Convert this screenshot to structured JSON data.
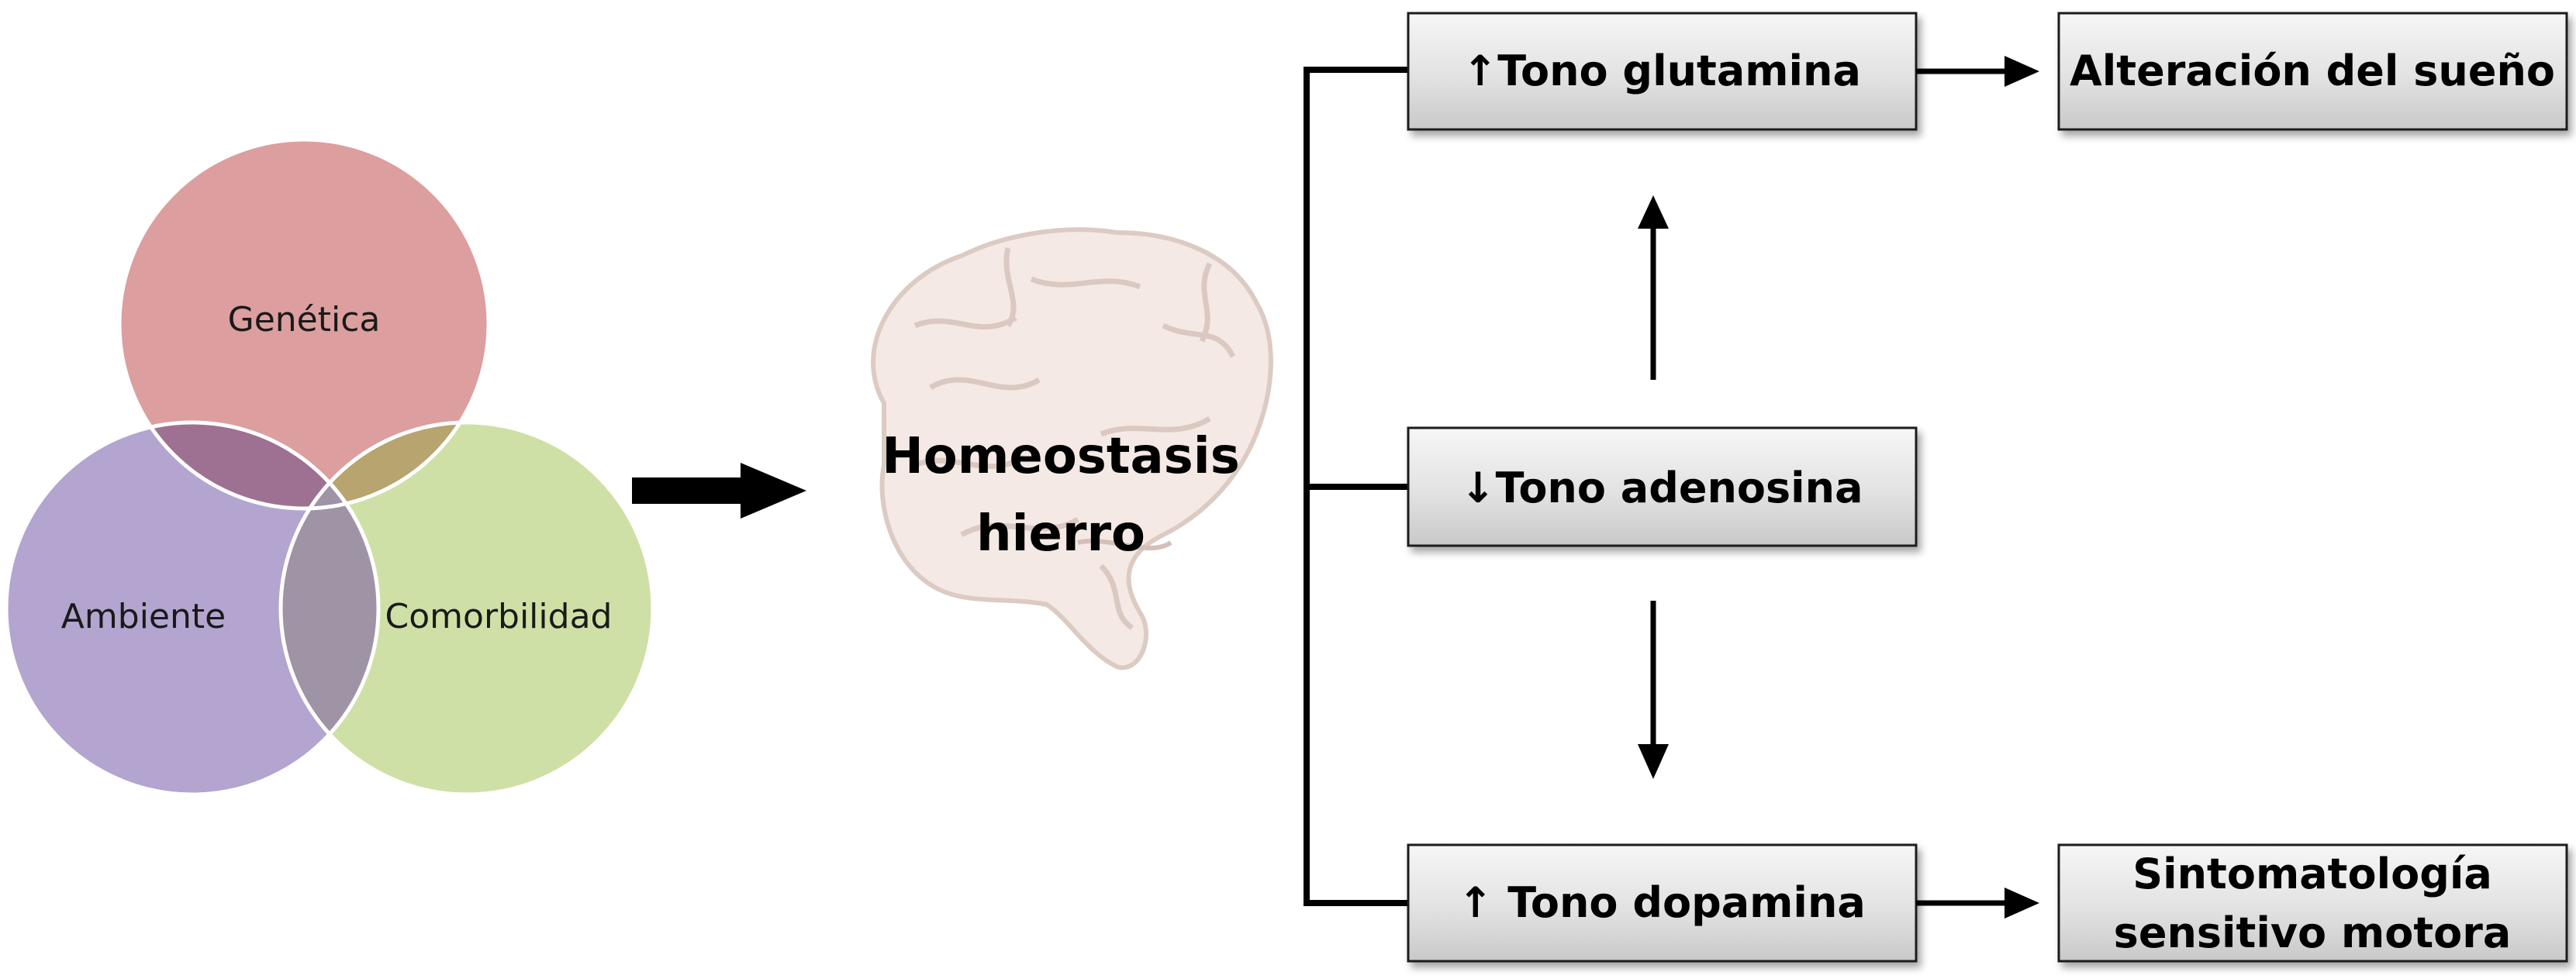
{
  "venn": {
    "top_label": "Genética",
    "left_label": "Ambiente",
    "right_label": "Comorbilidad",
    "colors": {
      "genetica": "#dc9e9e",
      "ambiente": "#b3a5cf",
      "comorbilidad": "#cfe0a6",
      "overlap_top_left": "#9e7192",
      "overlap_top_right": "#b8a46f",
      "overlap_left_right": "#9f93a6"
    }
  },
  "brain": {
    "icon": "brain-icon",
    "line1": "Homeostasis",
    "line2": "hierro"
  },
  "boxes": {
    "glutamina": "↑Tono glutamina",
    "adenosina": "↓Tono adenosina",
    "dopamina": "↑ Tono dopamina",
    "sueno": "Alteración del sueño",
    "sintomatologia_line1": "Sintomatología",
    "sintomatologia_line2": "sensitivo motora"
  }
}
